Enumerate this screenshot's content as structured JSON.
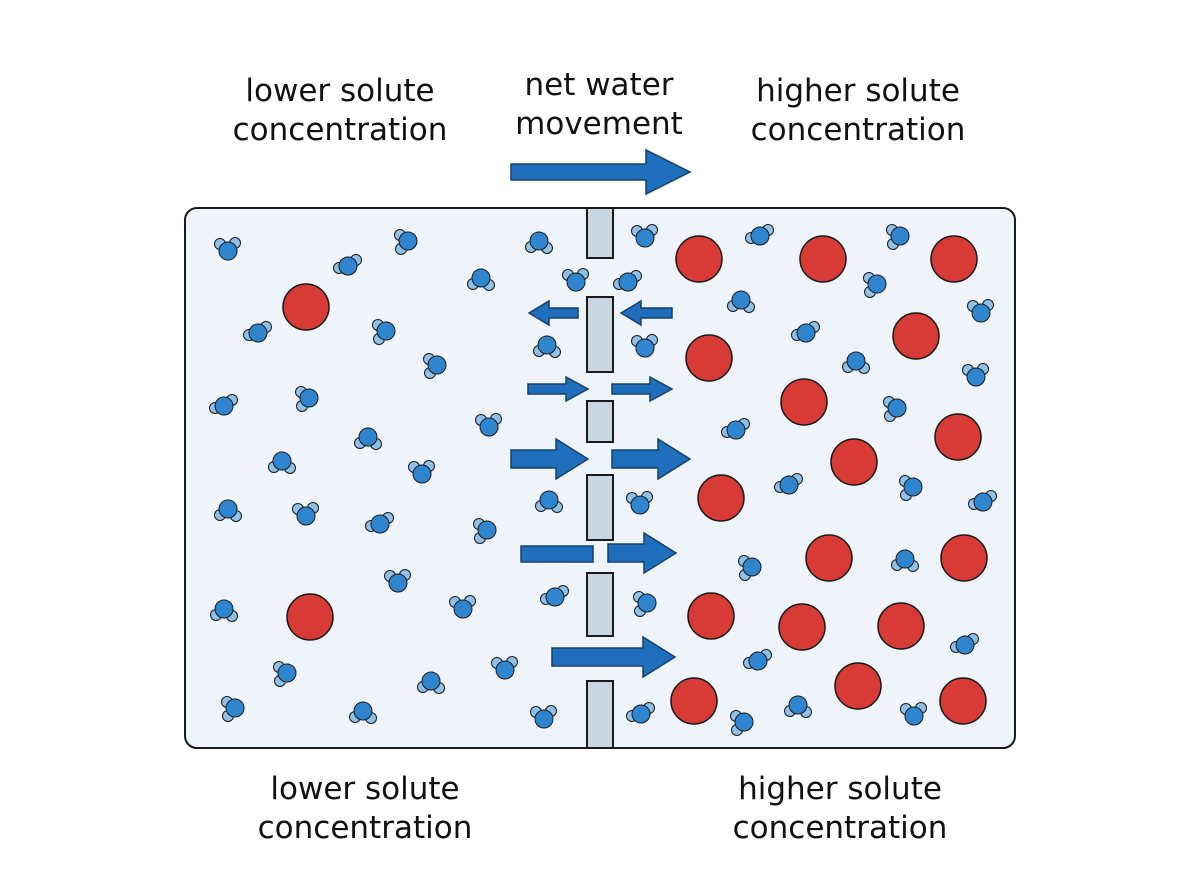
{
  "labels": {
    "top_left": [
      "lower solute",
      "concentration"
    ],
    "top_center": [
      "net water",
      "movement"
    ],
    "top_right": [
      "higher solute",
      "concentration"
    ],
    "bottom_left": [
      "lower solute",
      "concentration"
    ],
    "bottom_right": [
      "higher solute",
      "concentration"
    ]
  },
  "colors": {
    "water_molecule": "#2f86cf",
    "solute_particle": "#d83b35",
    "arrow": "#1f6fbd",
    "membrane": "#c9d6df",
    "container_fill": "#eef4fa",
    "outline": "#1a1a1a"
  }
}
